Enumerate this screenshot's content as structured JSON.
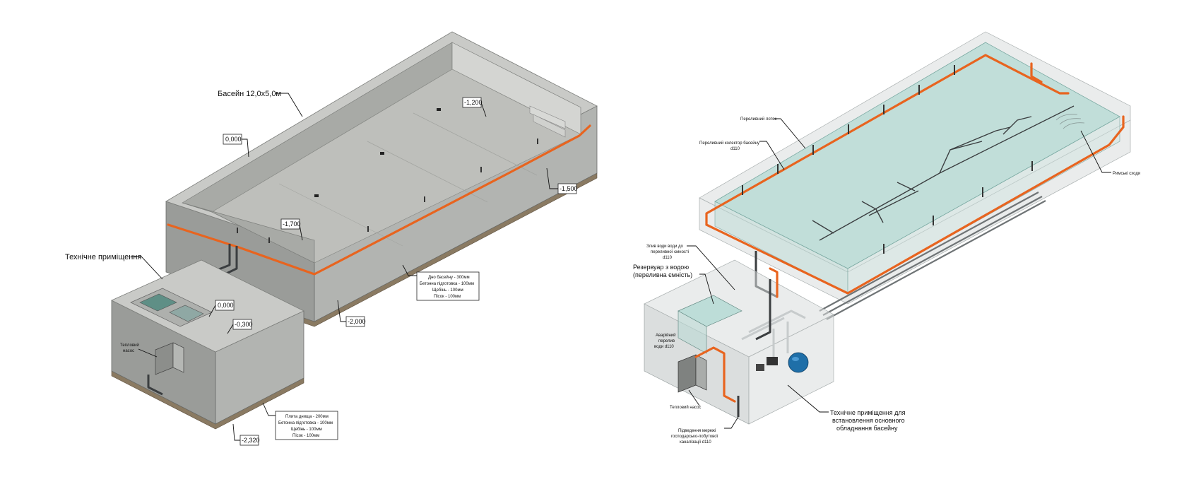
{
  "left": {
    "pool_title": "Басейн 12,0х5,0м",
    "tech_room_title": "Технічне приміщення",
    "level_0000": "0,000",
    "level_1200": "-1,200",
    "level_1500": "-1,500",
    "level_1700": "-1,700",
    "level_2000": "-2,000",
    "room_level_0000": "0,000",
    "room_level_0300": "-0,300",
    "room_level_2320": "-2,320",
    "heat_pump_line1": "Тепловий",
    "heat_pump_line2": "насос",
    "pool_bottom_spec": [
      "Дно басейну - 300мм",
      "Бетонна підготовка - 100мм",
      "Щебінь - 100мм",
      "Пісок - 100мм"
    ],
    "room_slab_spec": [
      "Плита днища - 200мм",
      "Бетонна підготовка - 100мм",
      "Щебінь - 100мм",
      "Пісок - 100мм"
    ]
  },
  "right": {
    "overflow_gutter": "Переливний лоток",
    "overflow_collector_line1": "Переливний колектор басейну",
    "overflow_collector_line2": "d110",
    "roman_stairs": "Римські сходи",
    "drain_line1": "Злив води води до",
    "drain_line2": "переливної ємності",
    "drain_line3": "d110",
    "reservoir_line1": "Резервуар з водою",
    "reservoir_line2": "(переливна ємність)",
    "emergency_line1": "Аварійний",
    "emergency_line2": "перелив",
    "emergency_line3": "води d110",
    "heat_pump": "Тепловий насос",
    "sewer_line1": "Підведення мережі",
    "sewer_line2": "господарсько-побутової",
    "sewer_line3": "каналізації d110",
    "tech_room_line1": "Технічне приміщення для",
    "tech_room_line2": "встановлення основного",
    "tech_room_line3": "обладнання басейну"
  },
  "colors": {
    "pipe_orange": "#e8641f",
    "concrete": "#b2b4b1",
    "water": "#9fd3cb",
    "filter_blue": "#1f6fa8"
  }
}
